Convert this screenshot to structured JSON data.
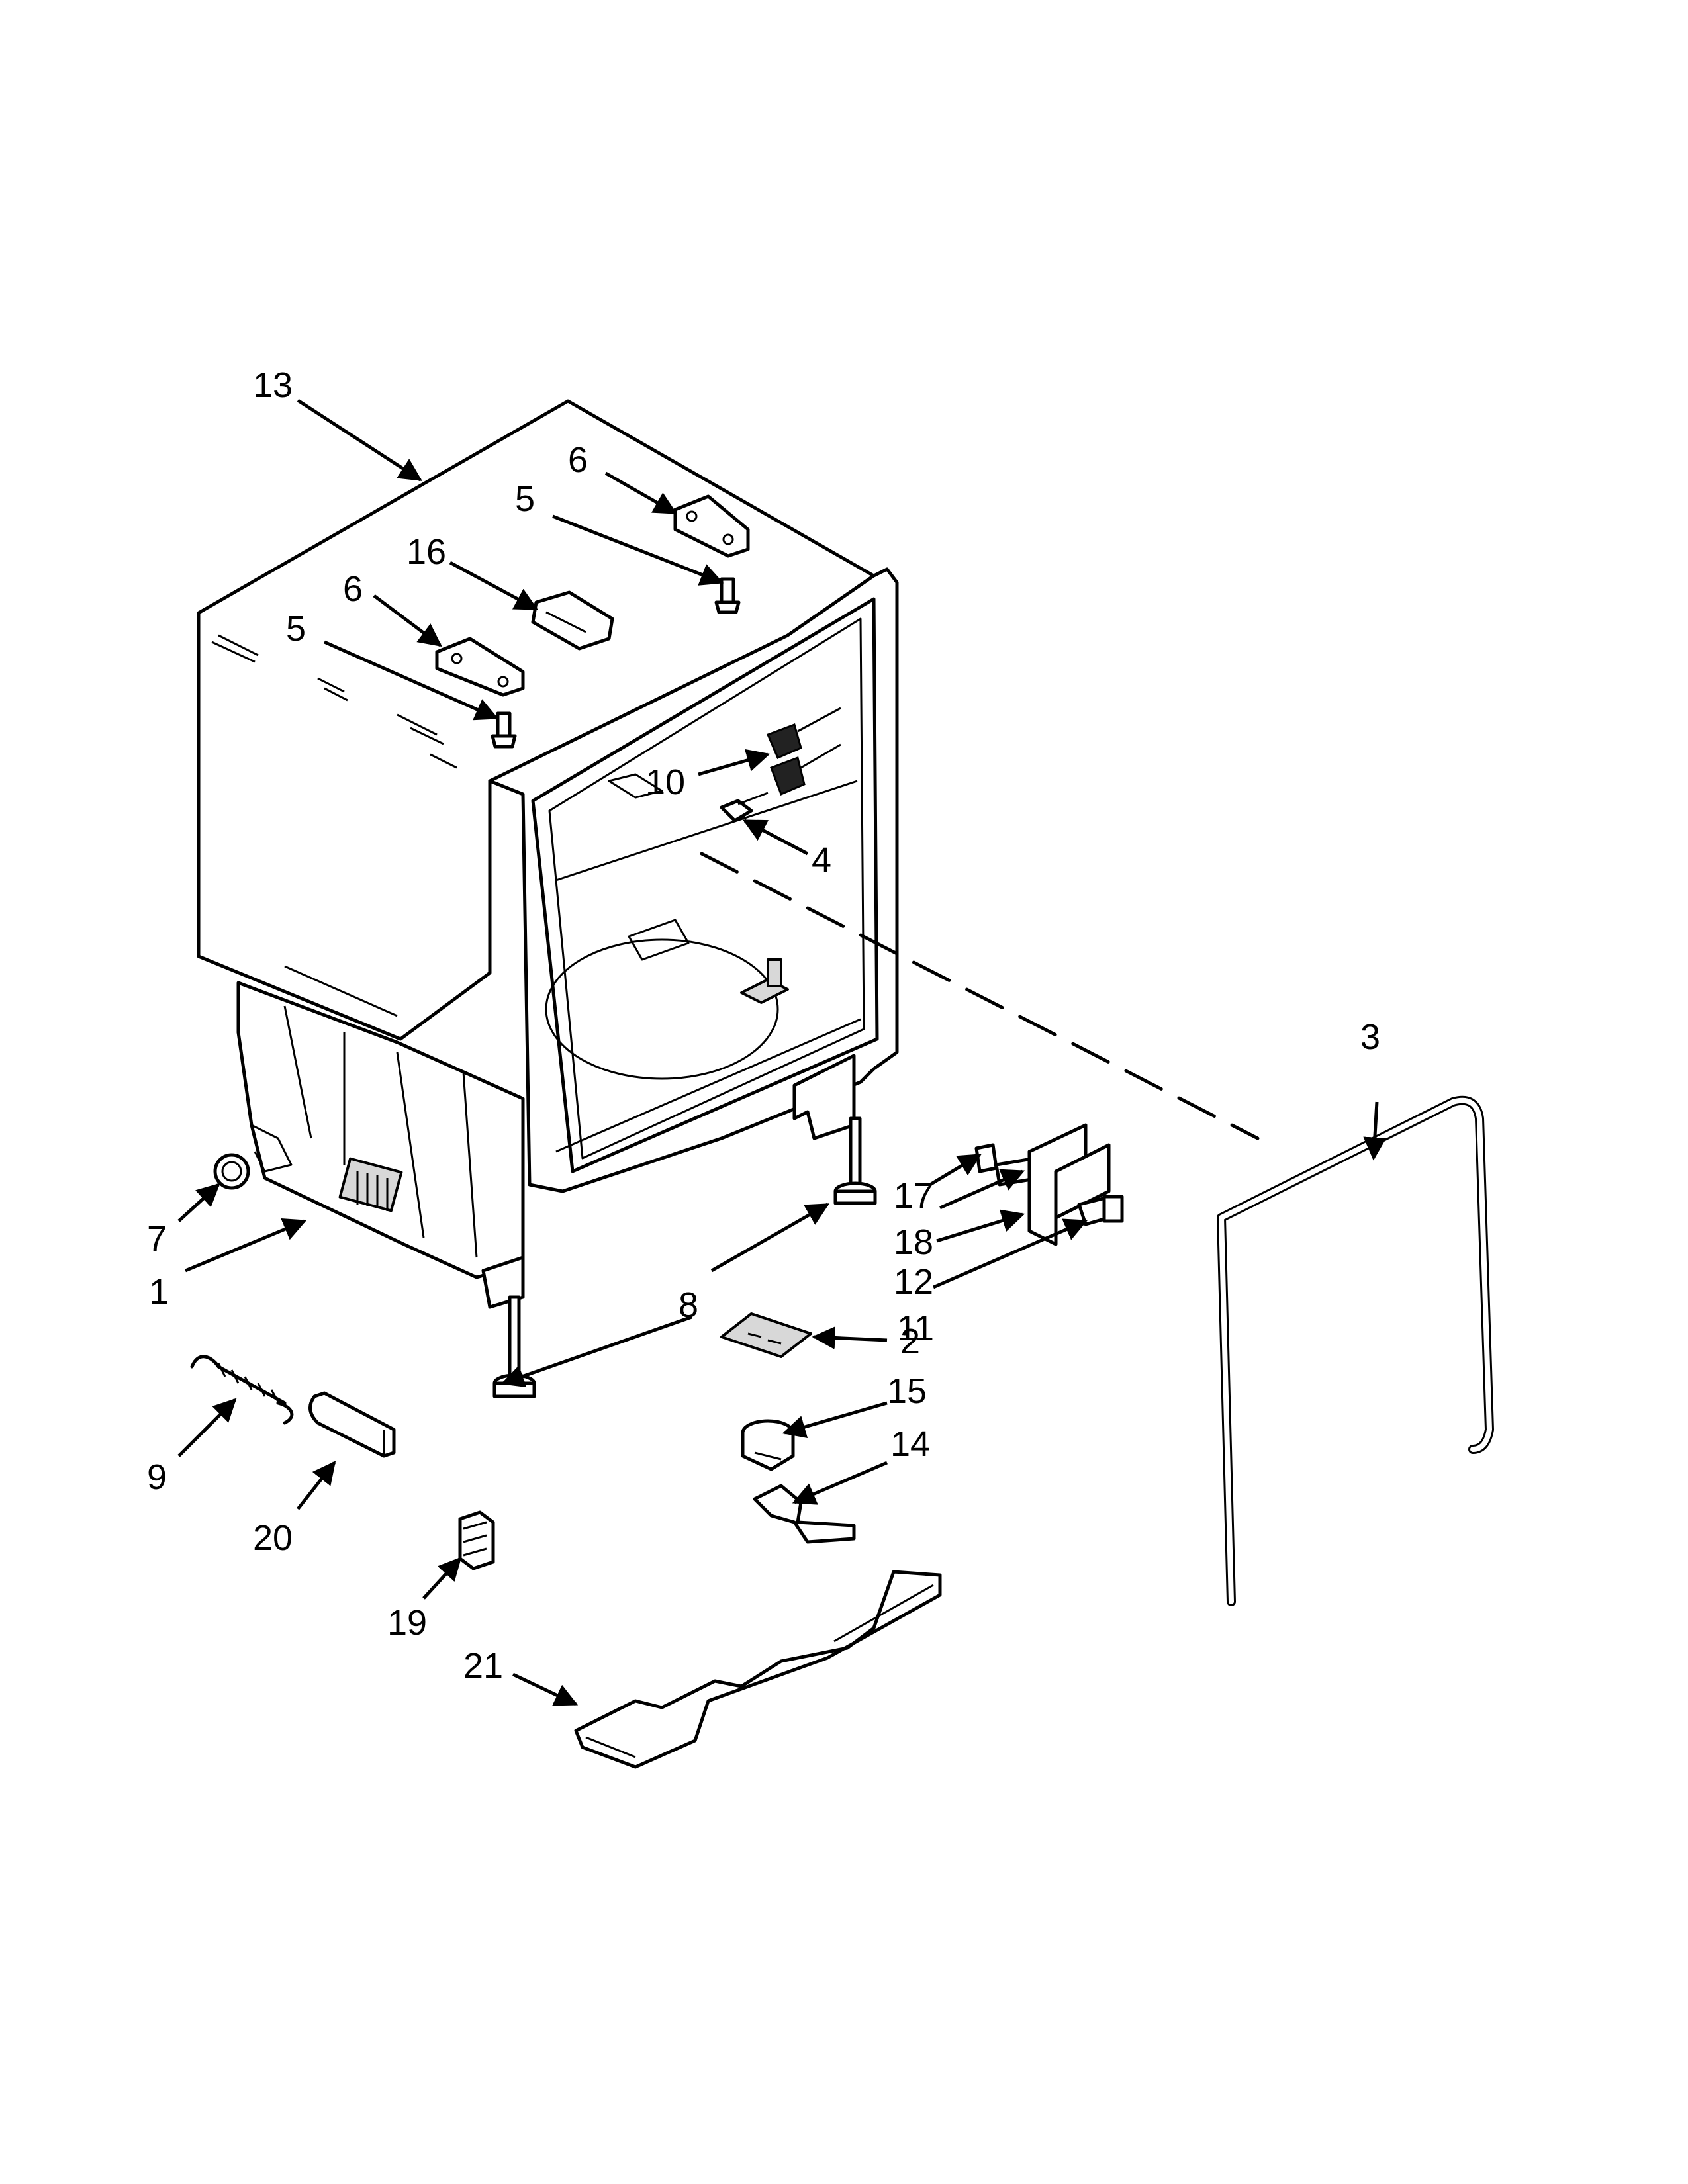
{
  "callouts": {
    "c1": "1",
    "c2": "2",
    "c3": "3",
    "c4": "4",
    "c5a": "5",
    "c5b": "5",
    "c6a": "6",
    "c6b": "6",
    "c7": "7",
    "c8": "8",
    "c9": "9",
    "c10": "10",
    "c11": "11",
    "c12": "12",
    "c13": "13",
    "c14": "14",
    "c15": "15",
    "c16": "16",
    "c17": "17",
    "c18": "18",
    "c19": "19",
    "c20": "20",
    "c21": "21"
  }
}
